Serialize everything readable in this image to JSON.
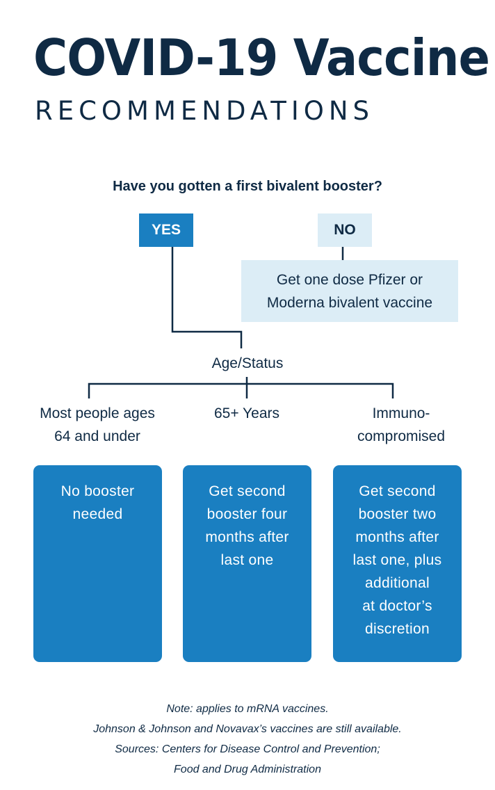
{
  "header": {
    "title": "COVID-19 Vaccine",
    "subtitle": "RECOMMENDATIONS"
  },
  "flow": {
    "question": "Have you gotten a first bivalent booster?",
    "yes_label": "YES",
    "no_label": "NO",
    "no_result": [
      "Get one dose Pfizer or",
      "Moderna bivalent vaccine"
    ],
    "age_status_label": "Age/Status",
    "categories": [
      {
        "label": [
          "Most people ages",
          "64 and under"
        ],
        "recommendation": [
          "No booster",
          "needed"
        ]
      },
      {
        "label": [
          "65+ Years"
        ],
        "recommendation": [
          "Get second",
          "booster four",
          "months after",
          "last one"
        ]
      },
      {
        "label": [
          "Immuno-",
          "compromised"
        ],
        "recommendation": [
          "Get second",
          "booster two",
          "months after",
          "last one, plus",
          "additional",
          "at doctor’s",
          "discretion"
        ]
      }
    ]
  },
  "footer": {
    "notes": [
      "Note: applies to mRNA vaccines.",
      "Johnson & Johnson and Novavax’s vaccines are still available.",
      "Sources: Centers for Disease Control and Prevention;",
      "Food and Drug Administration"
    ]
  },
  "colors": {
    "navy": "#0f2a44",
    "blue": "#1a7fc1",
    "light_blue": "#dcedf6"
  }
}
